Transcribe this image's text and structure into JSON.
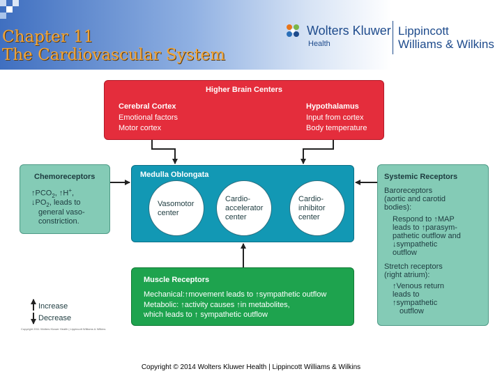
{
  "slide": {
    "title_line1": "Chapter 11",
    "title_line2": "The Cardiovascular System",
    "logo": {
      "brand": "Wolters Kluwer",
      "sub": "Health",
      "imprint_line1": "Lippincott",
      "imprint_line2": "Williams & Wilkins"
    },
    "footer": "Copyright © 2014 Wolters Kluwer Health | Lippincott Williams & Wilkins",
    "figure_credit": "Copyright 2011 Wolters Kluwer Health | Lippincott Williams & Wilkins"
  },
  "colors": {
    "higher_brain": "#e42d3c",
    "medulla": "#1298b4",
    "muscle": "#1ea34e",
    "receptor_panels": "#84cbb6",
    "title_text": "#f2a63a"
  },
  "higher_brain": {
    "title": "Higher Brain Centers",
    "left": [
      "Cerebral Cortex",
      "Emotional factors",
      "Motor cortex"
    ],
    "right": [
      "Hypothalamus",
      "Input from cortex",
      "Body temperature"
    ]
  },
  "medulla": {
    "title": "Medulla Oblongata",
    "centers": [
      {
        "lines": [
          "Vasomotor",
          "center"
        ]
      },
      {
        "lines": [
          "Cardio-",
          "accelerator",
          "center"
        ]
      },
      {
        "lines": [
          "Cardio-",
          "inhibitor",
          "center"
        ]
      }
    ]
  },
  "muscle": {
    "title": "Muscle Receptors",
    "mech_a": "Mechanical:",
    "mech_b": "movement leads to",
    "mech_c": "sympathetic outflow",
    "meta_a": "Metabolic:",
    "meta_b": "activity causes",
    "meta_c": "in metabolites,",
    "meta_d": "which leads to",
    "meta_e": "sympathetic outflow"
  },
  "chemo": {
    "title": "Chemoreceptors",
    "l1a": "PCO",
    "l1b": "2",
    "l1c": ",",
    "l1d": "H",
    "l1e": "+",
    "l1f": ",",
    "l2a": "PO",
    "l2b": "2",
    "l2c": ", leads to",
    "l3": "general vaso-",
    "l4": "constriction."
  },
  "systemic": {
    "title": "Systemic Receptors",
    "baro": [
      "Baroreceptors",
      "(aortic and carotid",
      "bodies):"
    ],
    "r1a": "Respond to",
    "r1b": "MAP",
    "r2a": "leads to",
    "r2b": "parasym-",
    "r3": "pathetic outflow and",
    "r4": "sympathetic",
    "r5": "outflow",
    "stretch": [
      "Stretch receptors",
      "(right atrium):"
    ],
    "s1": "Venous return",
    "s2": "leads to",
    "s3": "sympathetic",
    "s4": "outflow"
  },
  "legend": {
    "increase": "Increase",
    "decrease": "Decrease"
  },
  "glyphs": {
    "up": "↑",
    "down": "↓"
  }
}
